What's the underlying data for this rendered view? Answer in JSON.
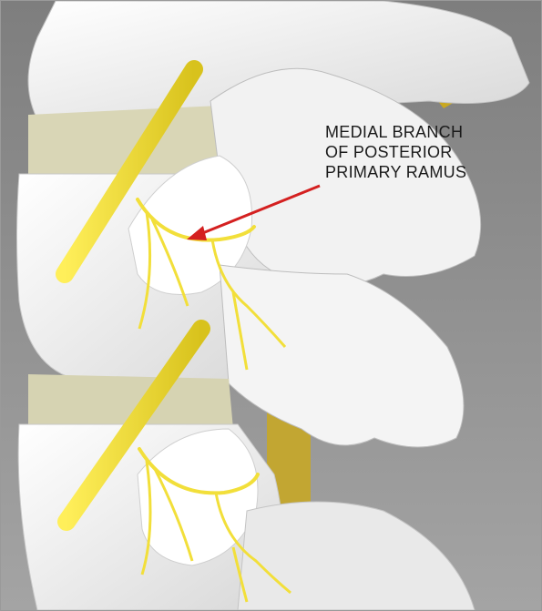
{
  "label": {
    "line1": "MEDIAL BRANCH",
    "line2": "OF POSTERIOR",
    "line3": "PRIMARY RAMUS"
  },
  "colors": {
    "background": "#8f8f8f",
    "bone": "#eeeeee",
    "disc": "#d8d6b8",
    "nerve": "#f2df3a",
    "arrow": "#d42020"
  }
}
